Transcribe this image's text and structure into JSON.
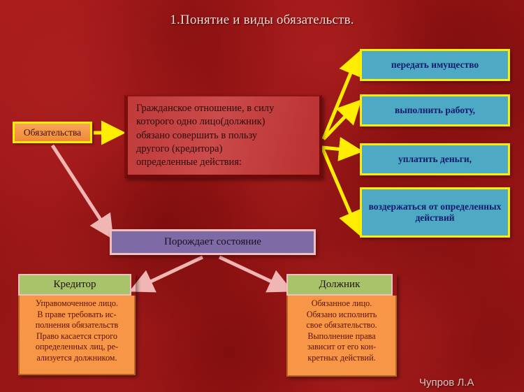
{
  "slide": {
    "title": "1.Понятие и виды обязательств.",
    "signature": "Чупров Л.А",
    "background_color": "#9c1616"
  },
  "obligations": {
    "label": "Обязательства",
    "fill_color": "#f2903c",
    "border_color": "#ffec00"
  },
  "definition": {
    "fill_color": "#c44040",
    "lines": [
      "Гражданское отношение, в силу",
      "которого одно лицо(должник)",
      "обязано совершить в пользу",
      "другого (кредитора)",
      "определенные действия:"
    ]
  },
  "actions": {
    "fill_color": "#4eaac4",
    "border_color": "#ffee00",
    "text_color": "#111b6e",
    "items": [
      {
        "label": "передать имущество"
      },
      {
        "label": "выполнить работу,"
      },
      {
        "label": "уплатить деньги,"
      },
      {
        "label": "воздержаться от определенных действий"
      }
    ]
  },
  "state": {
    "label": "Порождает состояние",
    "fill_color": "#7e6ba6",
    "border_color": "#f0bfc0"
  },
  "parties": {
    "head_fill_color": "#a8c36a",
    "body_fill_color": "#f79646",
    "creditor": {
      "title": "Кредитор",
      "lines": [
        "Управомоченное лицо.",
        "В праве требовать ис-",
        "полнения обязательств",
        "Право касается строго",
        "определенных лиц, ре-",
        "ализуется должником."
      ]
    },
    "debtor": {
      "title": "Должник",
      "lines": [
        "Обязанное лицо.",
        "Обязано исполнить",
        "свое обязательство.",
        "Выполнение права",
        "зависит от его кон-",
        "кретных действий."
      ]
    }
  },
  "arrows": {
    "yellow_color": "#ffee00",
    "pink_color": "#f0b6b4"
  }
}
